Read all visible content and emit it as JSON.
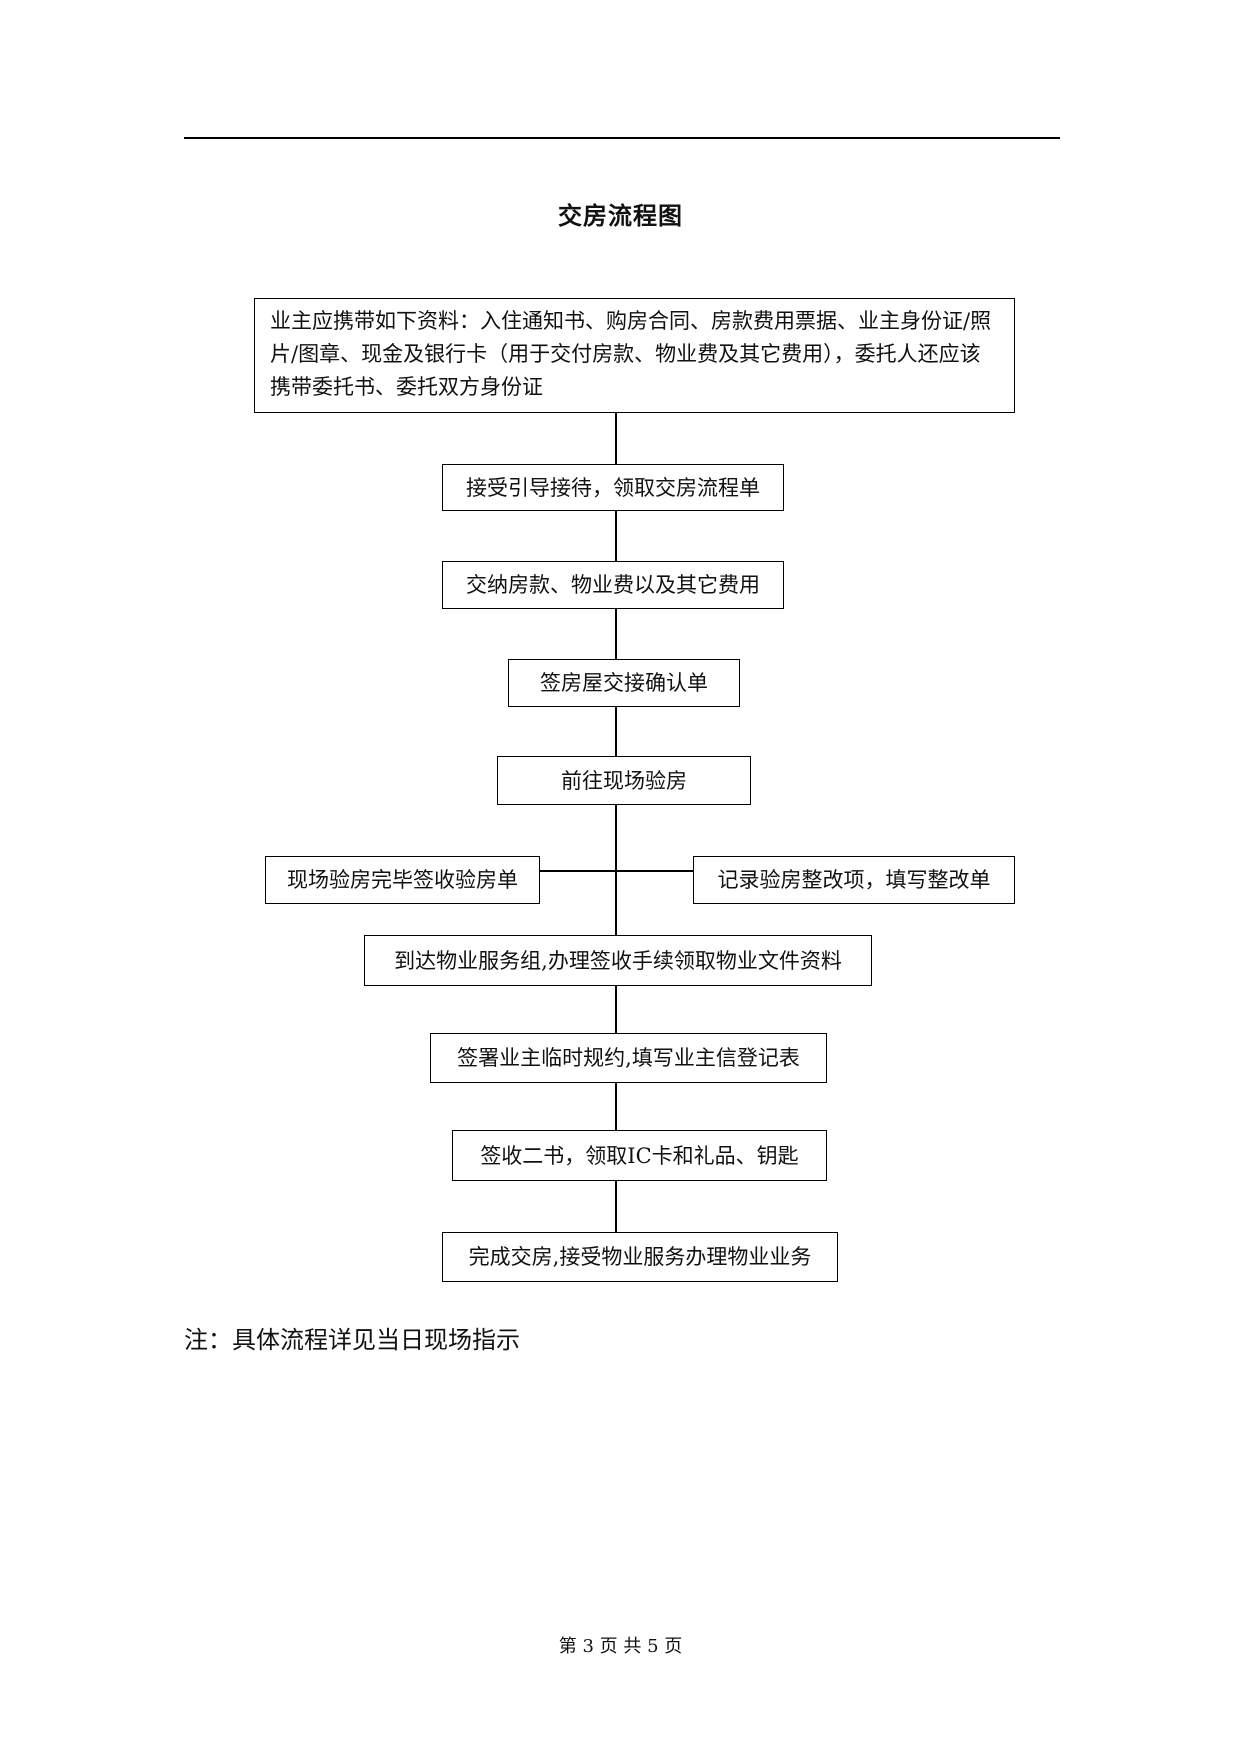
{
  "page": {
    "title": "交房流程图",
    "note": "注：具体流程详见当日现场指示",
    "footer": "第 3 页 共 5 页"
  },
  "flow": {
    "steps": [
      "业主应携带如下资料：入住通知书、购房合同、房款费用票据、业主身份证/照片/图章、现金及银行卡（用于交付房款、物业费及其它费用），委托人还应该携带委托书、委托双方身份证",
      "接受引导接待，领取交房流程单",
      "交纳房款、物业费以及其它费用",
      "签房屋交接确认单",
      "前往现场验房",
      "到达物业服务组,办理签收手续领取物业文件资料",
      "签署业主临时规约,填写业主信登记表",
      "签收二书，领取IC卡和礼品、钥匙",
      "完成交房,接受物业服务办理物业业务"
    ],
    "branches": {
      "left": "现场验房完毕签收验房单",
      "right": "记录验房整改项，填写整改单"
    }
  }
}
